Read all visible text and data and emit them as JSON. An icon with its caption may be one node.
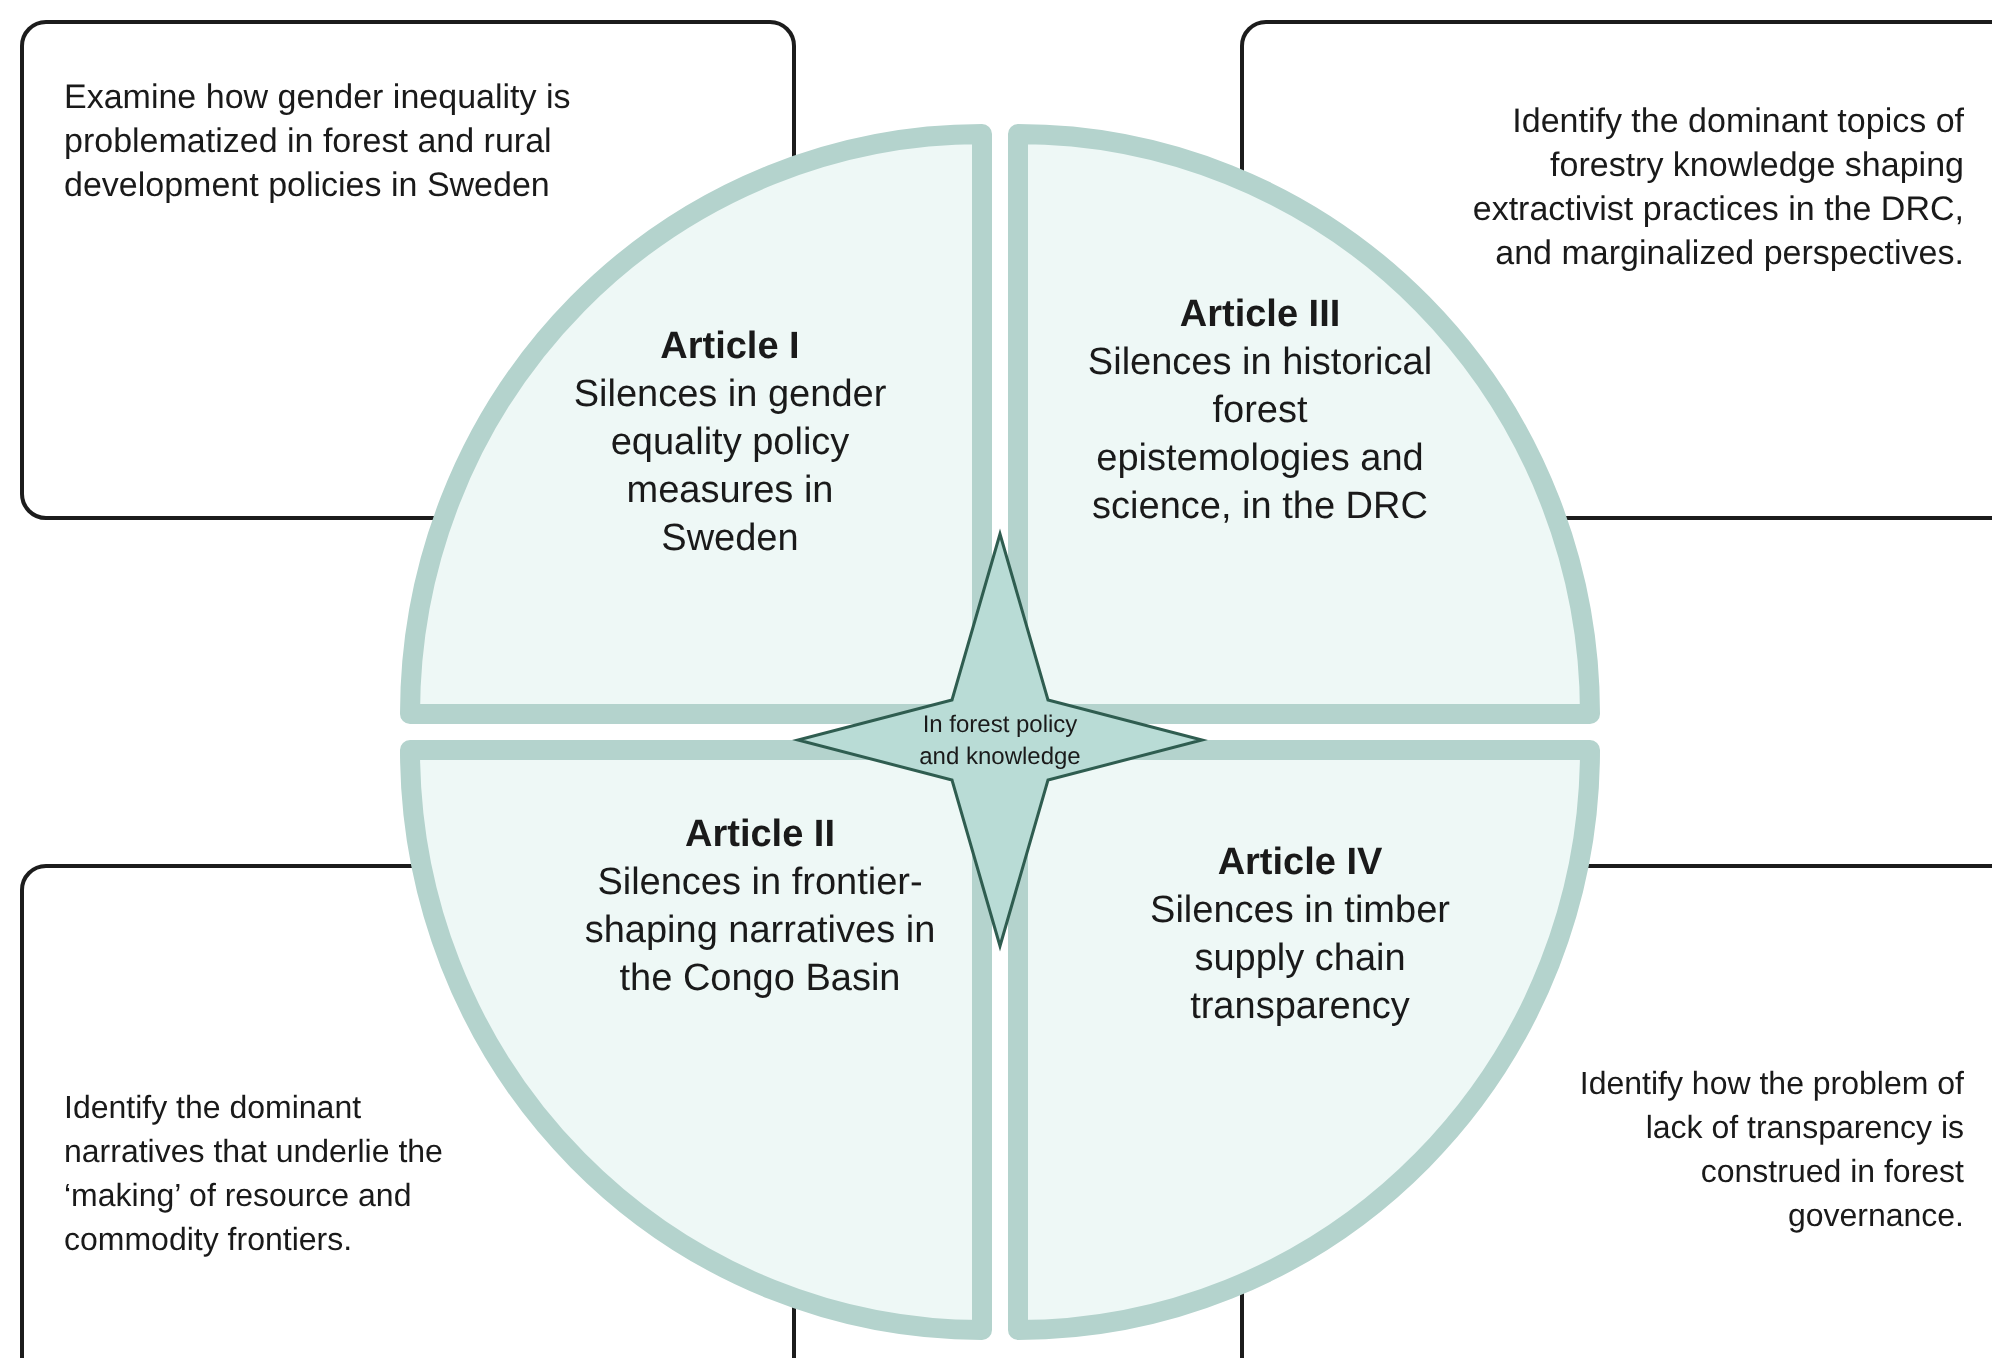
{
  "diagram": {
    "nodes": [
      {
        "text": [
          "Examine how gender inequality is problematized in forest  and rural development policies in Sweden"
        ]
      },
      {
        "text": [
          "Identify the dominant topics of forestry knowledge shaping extractivist practices in the DRC, and marginalized perspectives."
        ]
      },
      {
        "text": [
          "Article I",
          "Silences in gender equality policy measures in Sweden"
        ]
      },
      {
        "text": [
          "Article III",
          "Silences in historical forest epistemologies and science, in the DRC"
        ]
      },
      {
        "text": [
          "In forest policy and knowledge"
        ]
      },
      {
        "text": [
          "Article II",
          "Silences in frontier-shaping narratives in the Congo Basin"
        ]
      },
      {
        "text": [
          "Article IV",
          "Silences in timber supply chain transparency"
        ]
      },
      {
        "text": [
          "Identify the dominant narratives that underlie the ‘making’ of resource and commodity frontiers."
        ]
      },
      {
        "text": [
          "Identify how the problem of lack of transparency is construed in forest governance."
        ]
      }
    ],
    "edges": []
  }
}
